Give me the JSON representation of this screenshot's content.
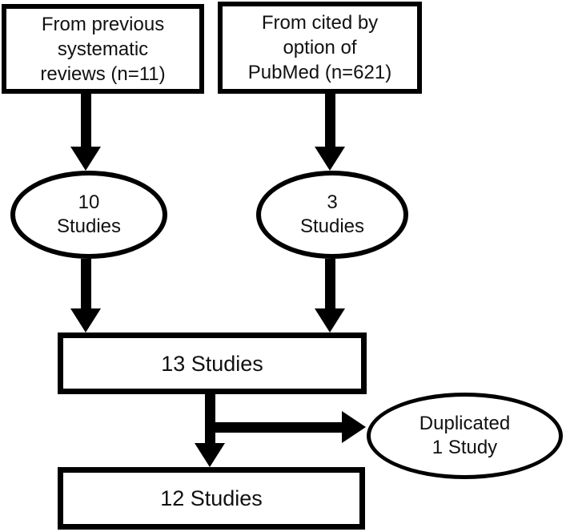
{
  "figure": {
    "background_color": "#ffffff",
    "stroke_color": "#000000",
    "text_color": "#111111",
    "nodes": {
      "prev_reviews": {
        "shape": "rect",
        "lines": [
          "From previous",
          "systematic",
          "reviews (n=11)"
        ]
      },
      "cited_by": {
        "shape": "rect",
        "lines": [
          "From cited by",
          "option of",
          "PubMed (n=621)"
        ]
      },
      "studies_10": {
        "shape": "ellipse",
        "lines": [
          "10",
          "Studies"
        ]
      },
      "studies_3": {
        "shape": "ellipse",
        "lines": [
          "3",
          "Studies"
        ]
      },
      "studies_13": {
        "shape": "rect",
        "label": "13 Studies"
      },
      "duplicated": {
        "shape": "ellipse",
        "lines": [
          "Duplicated",
          "1 Study"
        ]
      },
      "studies_12": {
        "shape": "rect",
        "label": "12 Studies"
      }
    },
    "edges": [
      {
        "from": "prev_reviews",
        "to": "studies_10",
        "direction": "down"
      },
      {
        "from": "cited_by",
        "to": "studies_3",
        "direction": "down"
      },
      {
        "from": "studies_10",
        "to": "studies_13",
        "direction": "down"
      },
      {
        "from": "studies_3",
        "to": "studies_13",
        "direction": "down"
      },
      {
        "from": "studies_13",
        "to": "studies_12",
        "direction": "down"
      },
      {
        "from": "studies_13",
        "to": "duplicated",
        "direction": "right"
      }
    ]
  }
}
